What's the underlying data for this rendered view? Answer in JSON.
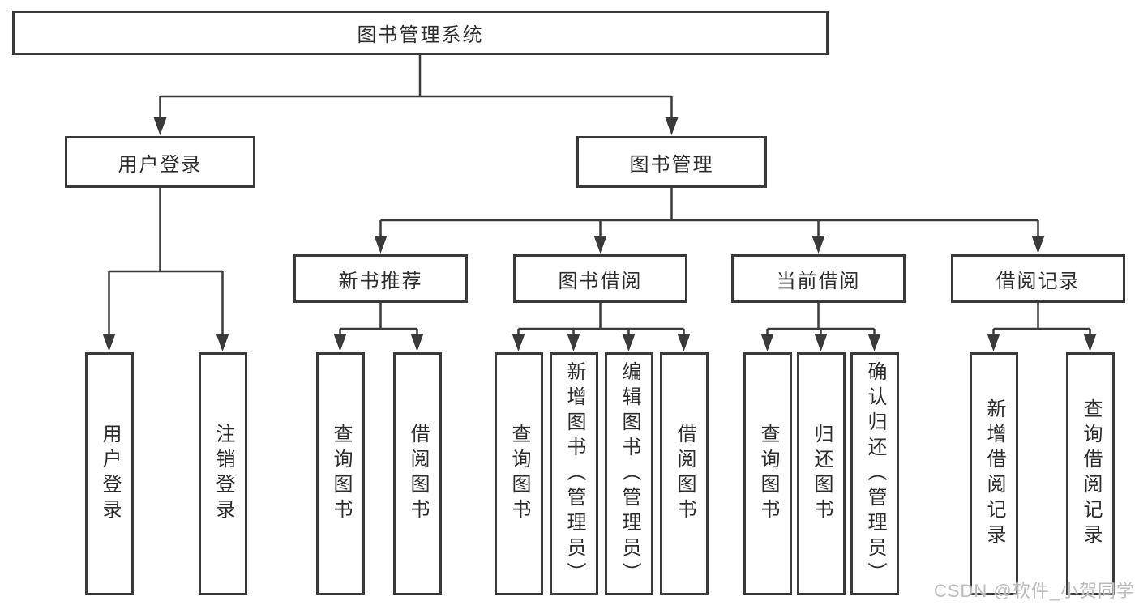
{
  "tree": {
    "label": "图书管理系统",
    "children": [
      {
        "label": "用户登录",
        "children": [
          {
            "label": "用户登录"
          },
          {
            "label": "注销登录"
          }
        ]
      },
      {
        "label": "图书管理",
        "children": [
          {
            "label": "新书推荐",
            "children": [
              {
                "label": "查询图书"
              },
              {
                "label": "借阅图书"
              }
            ]
          },
          {
            "label": "图书借阅",
            "children": [
              {
                "label": "查询图书"
              },
              {
                "label": "新增图书（管理员）"
              },
              {
                "label": "编辑图书（管理员）"
              },
              {
                "label": "借阅图书"
              }
            ]
          },
          {
            "label": "当前借阅",
            "children": [
              {
                "label": "查询图书"
              },
              {
                "label": "归还图书"
              },
              {
                "label": "确认归还（管理员）"
              }
            ]
          },
          {
            "label": "借阅记录",
            "children": [
              {
                "label": "新增借阅记录"
              },
              {
                "label": "查询借阅记录"
              }
            ]
          }
        ]
      }
    ]
  },
  "watermark": {
    "text": "CSDN @软件_小贺同学"
  },
  "colors": {
    "line": "#3a3a3a",
    "text": "#2d2d2d",
    "watermark": "#bcbcbc",
    "background": "#ffffff"
  }
}
